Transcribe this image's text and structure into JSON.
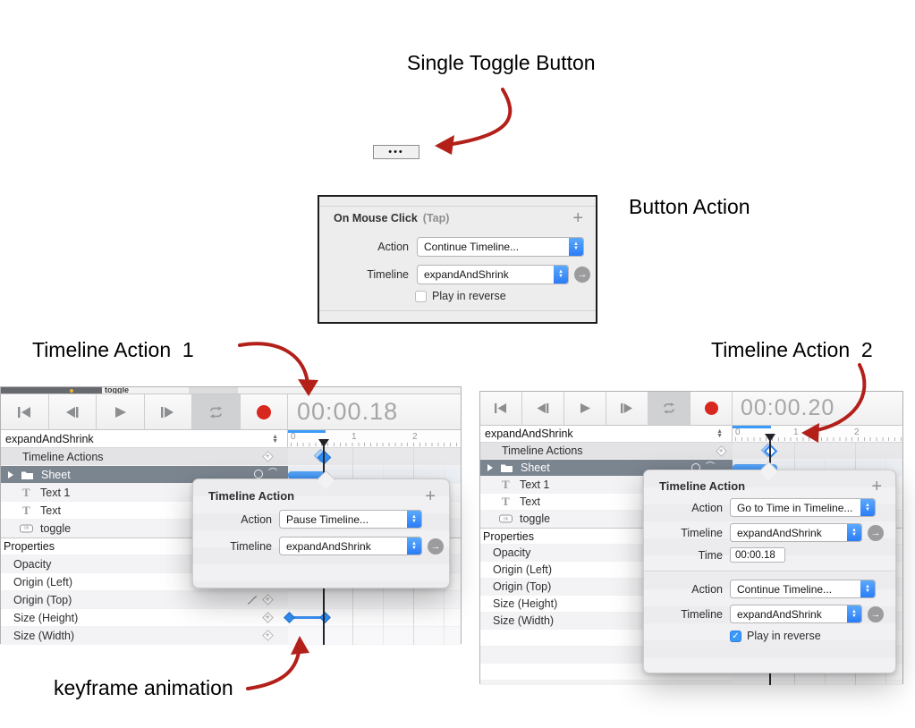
{
  "annotations": {
    "single_toggle": "Single Toggle Button",
    "button_action": "Button Action",
    "timeline_action_1": "Timeline Action  1",
    "timeline_action_2": "Timeline Action  2",
    "keyframe_animation": "keyframe animation"
  },
  "toggle_button": {
    "dots": "•••"
  },
  "mouse_click_panel": {
    "title": "On Mouse Click",
    "tap": "(Tap)",
    "add": "+",
    "action_label": "Action",
    "action_value": "Continue Timeline...",
    "timeline_label": "Timeline",
    "timeline_value": "expandAndShrink",
    "reverse_label": "Play in reverse",
    "reverse_checked": false
  },
  "timeline_left": {
    "time": "00:00.18",
    "name": "expandAndShrink",
    "ruler": [
      "0",
      "1",
      "2"
    ],
    "clipped_text": "toggle"
  },
  "timeline_right": {
    "time": "00:00.20",
    "name": "expandAndShrink",
    "ruler": [
      "0",
      "1",
      "2"
    ]
  },
  "rows": [
    {
      "label": "Timeline Actions"
    },
    {
      "label": "Sheet"
    },
    {
      "label": "Text 1"
    },
    {
      "label": "Text"
    },
    {
      "label": "toggle"
    },
    {
      "label": "Properties"
    },
    {
      "label": "Opacity"
    },
    {
      "label": "Origin (Left)"
    },
    {
      "label": "Origin (Top)"
    },
    {
      "label": "Size (Height)"
    },
    {
      "label": "Size (Width)"
    }
  ],
  "popup_left": {
    "title": "Timeline Action",
    "add": "+",
    "action_label": "Action",
    "action_value": "Pause Timeline...",
    "timeline_label": "Timeline",
    "timeline_value": "expandAndShrink"
  },
  "popup_right": {
    "title": "Timeline Action",
    "add": "+",
    "g1_action_label": "Action",
    "g1_action_value": "Go to Time in Timeline...",
    "g1_timeline_label": "Timeline",
    "g1_timeline_value": "expandAndShrink",
    "time_label": "Time",
    "time_value": "00:00.18",
    "g2_action_label": "Action",
    "g2_action_value": "Continue Timeline...",
    "g2_timeline_label": "Timeline",
    "g2_timeline_value": "expandAndShrink",
    "reverse_label": "Play in reverse",
    "reverse_checked": true
  },
  "icons": {
    "skip_to_start": "|◀",
    "step_backward": "◀|",
    "play": "▶",
    "step_forward": "|▶",
    "loop": "⇄",
    "record": "●",
    "checkmark": "✓",
    "forward_arrow": "→",
    "toggle_button_glyph": "ok",
    "curve": "⌒"
  },
  "colors": {
    "accent_blue": "#3b99fc",
    "keyframe_blue": "#2e8df2",
    "record_red": "#d8271e",
    "arrow_red": "#b32019",
    "selected_row": "#7b8590"
  }
}
